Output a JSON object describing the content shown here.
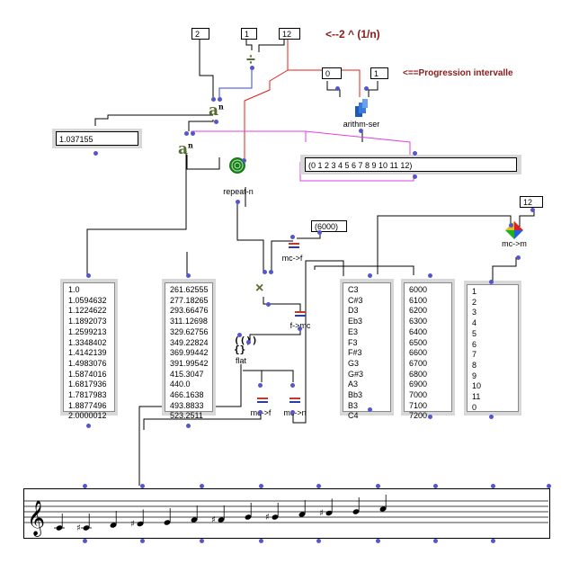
{
  "title_note": "<--2 ^ (1/n)",
  "progression_note": "<==Progression intervalle",
  "inputs": {
    "base": "2",
    "numerator": "1",
    "divisions": "12",
    "start": "0",
    "step": "1",
    "mc_m_input": "12",
    "mc_f_const": "(6000)"
  },
  "outputs": {
    "ratio": "1.037155",
    "series": "(0 1 2 3 4 5 6 7 8 9 10 11 12)"
  },
  "labels": {
    "arithm": "arithm-ser",
    "repeat": "repeat-n",
    "mc_f_top": "mc->f",
    "f_mc": "f->mc",
    "flat": "flat",
    "mc_f_bottom": "mc->f",
    "mc_n": "mc->n",
    "mc_m": "mc->m",
    "div_glyph": "÷",
    "times_glyph": "×",
    "power_glyph": "a",
    "power_sup": "n"
  },
  "lists": {
    "ratios": [
      "1.0",
      "1.0594632",
      "1.1224622",
      "1.1892073",
      "1.2599213",
      "1.3348402",
      "1.4142139",
      "1.4983076",
      "1.5874016",
      "1.6817936",
      "1.7817983",
      "1.8877496",
      "2.0000012"
    ],
    "freqs": [
      "261.62555",
      "277.18265",
      "293.66476",
      "311.12698",
      "329.62756",
      "349.22824",
      "369.99442",
      "391.99542",
      "415.3047",
      "440.0",
      "466.1638",
      "493.8833",
      "523.2511"
    ],
    "notes": [
      "C3",
      "C#3",
      "D3",
      "Eb3",
      "E3",
      "F3",
      "F#3",
      "G3",
      "G#3",
      "A3",
      "Bb3",
      "B3",
      "C4"
    ],
    "midicents": [
      "6000",
      "6100",
      "6200",
      "6300",
      "6400",
      "6500",
      "6600",
      "6700",
      "6800",
      "6900",
      "7000",
      "7100",
      "7200"
    ],
    "degrees": [
      "1",
      "2",
      "3",
      "4",
      "5",
      "6",
      "7",
      "8",
      "9",
      "10",
      "11",
      "0"
    ]
  },
  "staff": {
    "clef": "𝄞",
    "accidental": "♯",
    "notes": [
      {
        "step": 0,
        "sharp": false
      },
      {
        "step": 0,
        "sharp": true
      },
      {
        "step": 1,
        "sharp": false
      },
      {
        "step": 1.5,
        "sharp": true
      },
      {
        "step": 2,
        "sharp": false
      },
      {
        "step": 3,
        "sharp": false
      },
      {
        "step": 3,
        "sharp": true
      },
      {
        "step": 4,
        "sharp": false
      },
      {
        "step": 4,
        "sharp": true
      },
      {
        "step": 5,
        "sharp": false
      },
      {
        "step": 5.5,
        "sharp": true
      },
      {
        "step": 6,
        "sharp": false
      },
      {
        "step": 7,
        "sharp": false
      }
    ]
  },
  "colors": {
    "wire_black": "#000000",
    "wire_red": "#e0201a",
    "wire_blue": "#3344dd",
    "wire_magenta": "#e040e0",
    "dot": "#5555cc",
    "note_color": "#8b1a1a"
  }
}
